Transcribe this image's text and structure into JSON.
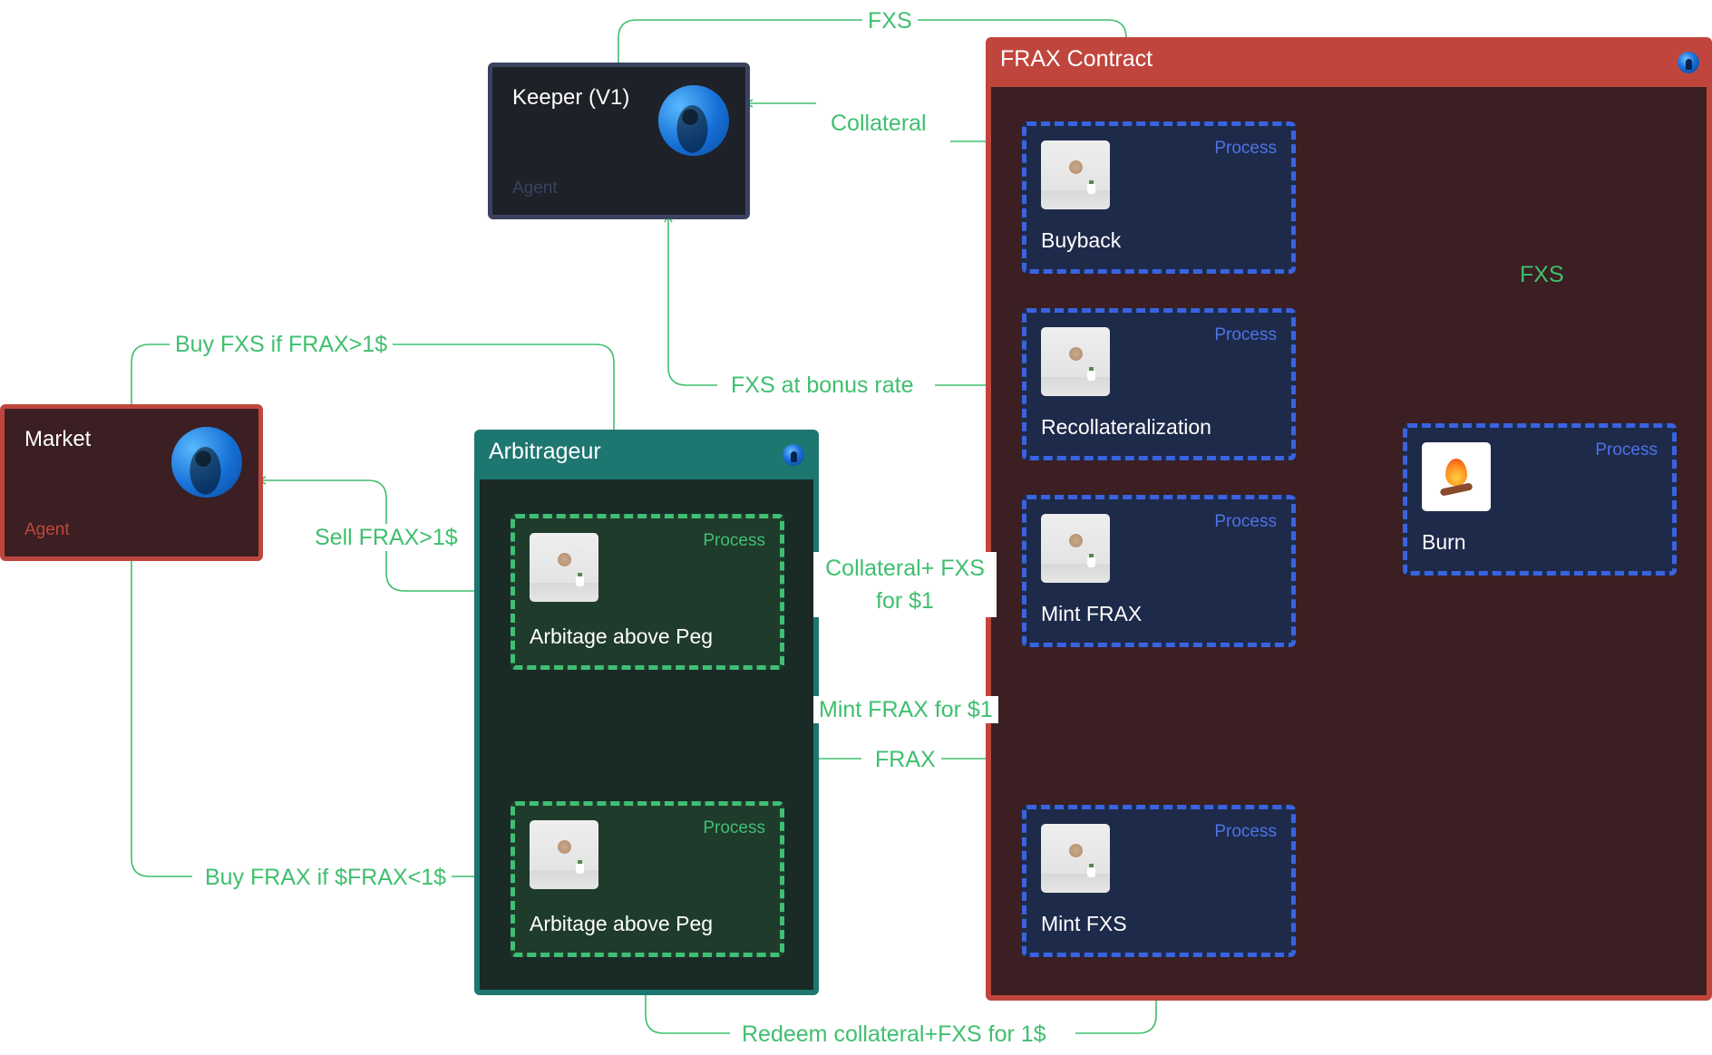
{
  "colors": {
    "connector": "#3fbf6e",
    "frax_contract": "#c0463d",
    "frax_contract_body": "#3b1f22",
    "arbitrageur": "#1e7670",
    "arbitrageur_body": "#1a2a26",
    "process_blue": "#3a63e0",
    "process_green": "#3fbf74"
  },
  "agents": {
    "keeper": {
      "title": "Keeper (V1)",
      "subtitle": "Agent",
      "icon": "avatar-icon"
    },
    "market": {
      "title": "Market",
      "subtitle": "Agent",
      "icon": "avatar-icon"
    }
  },
  "containers": {
    "arbitrageur": {
      "title": "Arbitrageur",
      "icon": "globe-icon",
      "processes": [
        {
          "label": "Arbitage above Peg",
          "tag": "Process",
          "icon": "thumbnail-icon"
        },
        {
          "label": "Arbitage above Peg",
          "tag": "Process",
          "icon": "thumbnail-icon"
        }
      ]
    },
    "frax_contract": {
      "title": "FRAX Contract",
      "icon": "globe-icon",
      "processes": [
        {
          "label": "Buyback",
          "tag": "Process",
          "icon": "thumbnail-icon"
        },
        {
          "label": "Recollateralization",
          "tag": "Process",
          "icon": "thumbnail-icon"
        },
        {
          "label": "Mint FRAX",
          "tag": "Process",
          "icon": "thumbnail-icon"
        },
        {
          "label": "Mint FXS",
          "tag": "Process",
          "icon": "thumbnail-icon"
        },
        {
          "label": "Burn",
          "tag": "Process",
          "icon": "fire-icon"
        }
      ]
    }
  },
  "edges": {
    "fxs_top": "FXS",
    "collateral": "Collateral",
    "fxs_right": "FXS",
    "buy_fxs": "Buy FXS if FRAX>1$",
    "fxs_bonus": "FXS at bonus rate",
    "sell_frax": "Sell FRAX>1$",
    "collateral_fxs": "Collateral+ FXS for $1",
    "mint_frax_for": "Mint FRAX for $1",
    "frax": "FRAX",
    "buy_frax": "Buy FRAX if $FRAX<1$",
    "redeem": "Redeem collateral+FXS for 1$"
  }
}
